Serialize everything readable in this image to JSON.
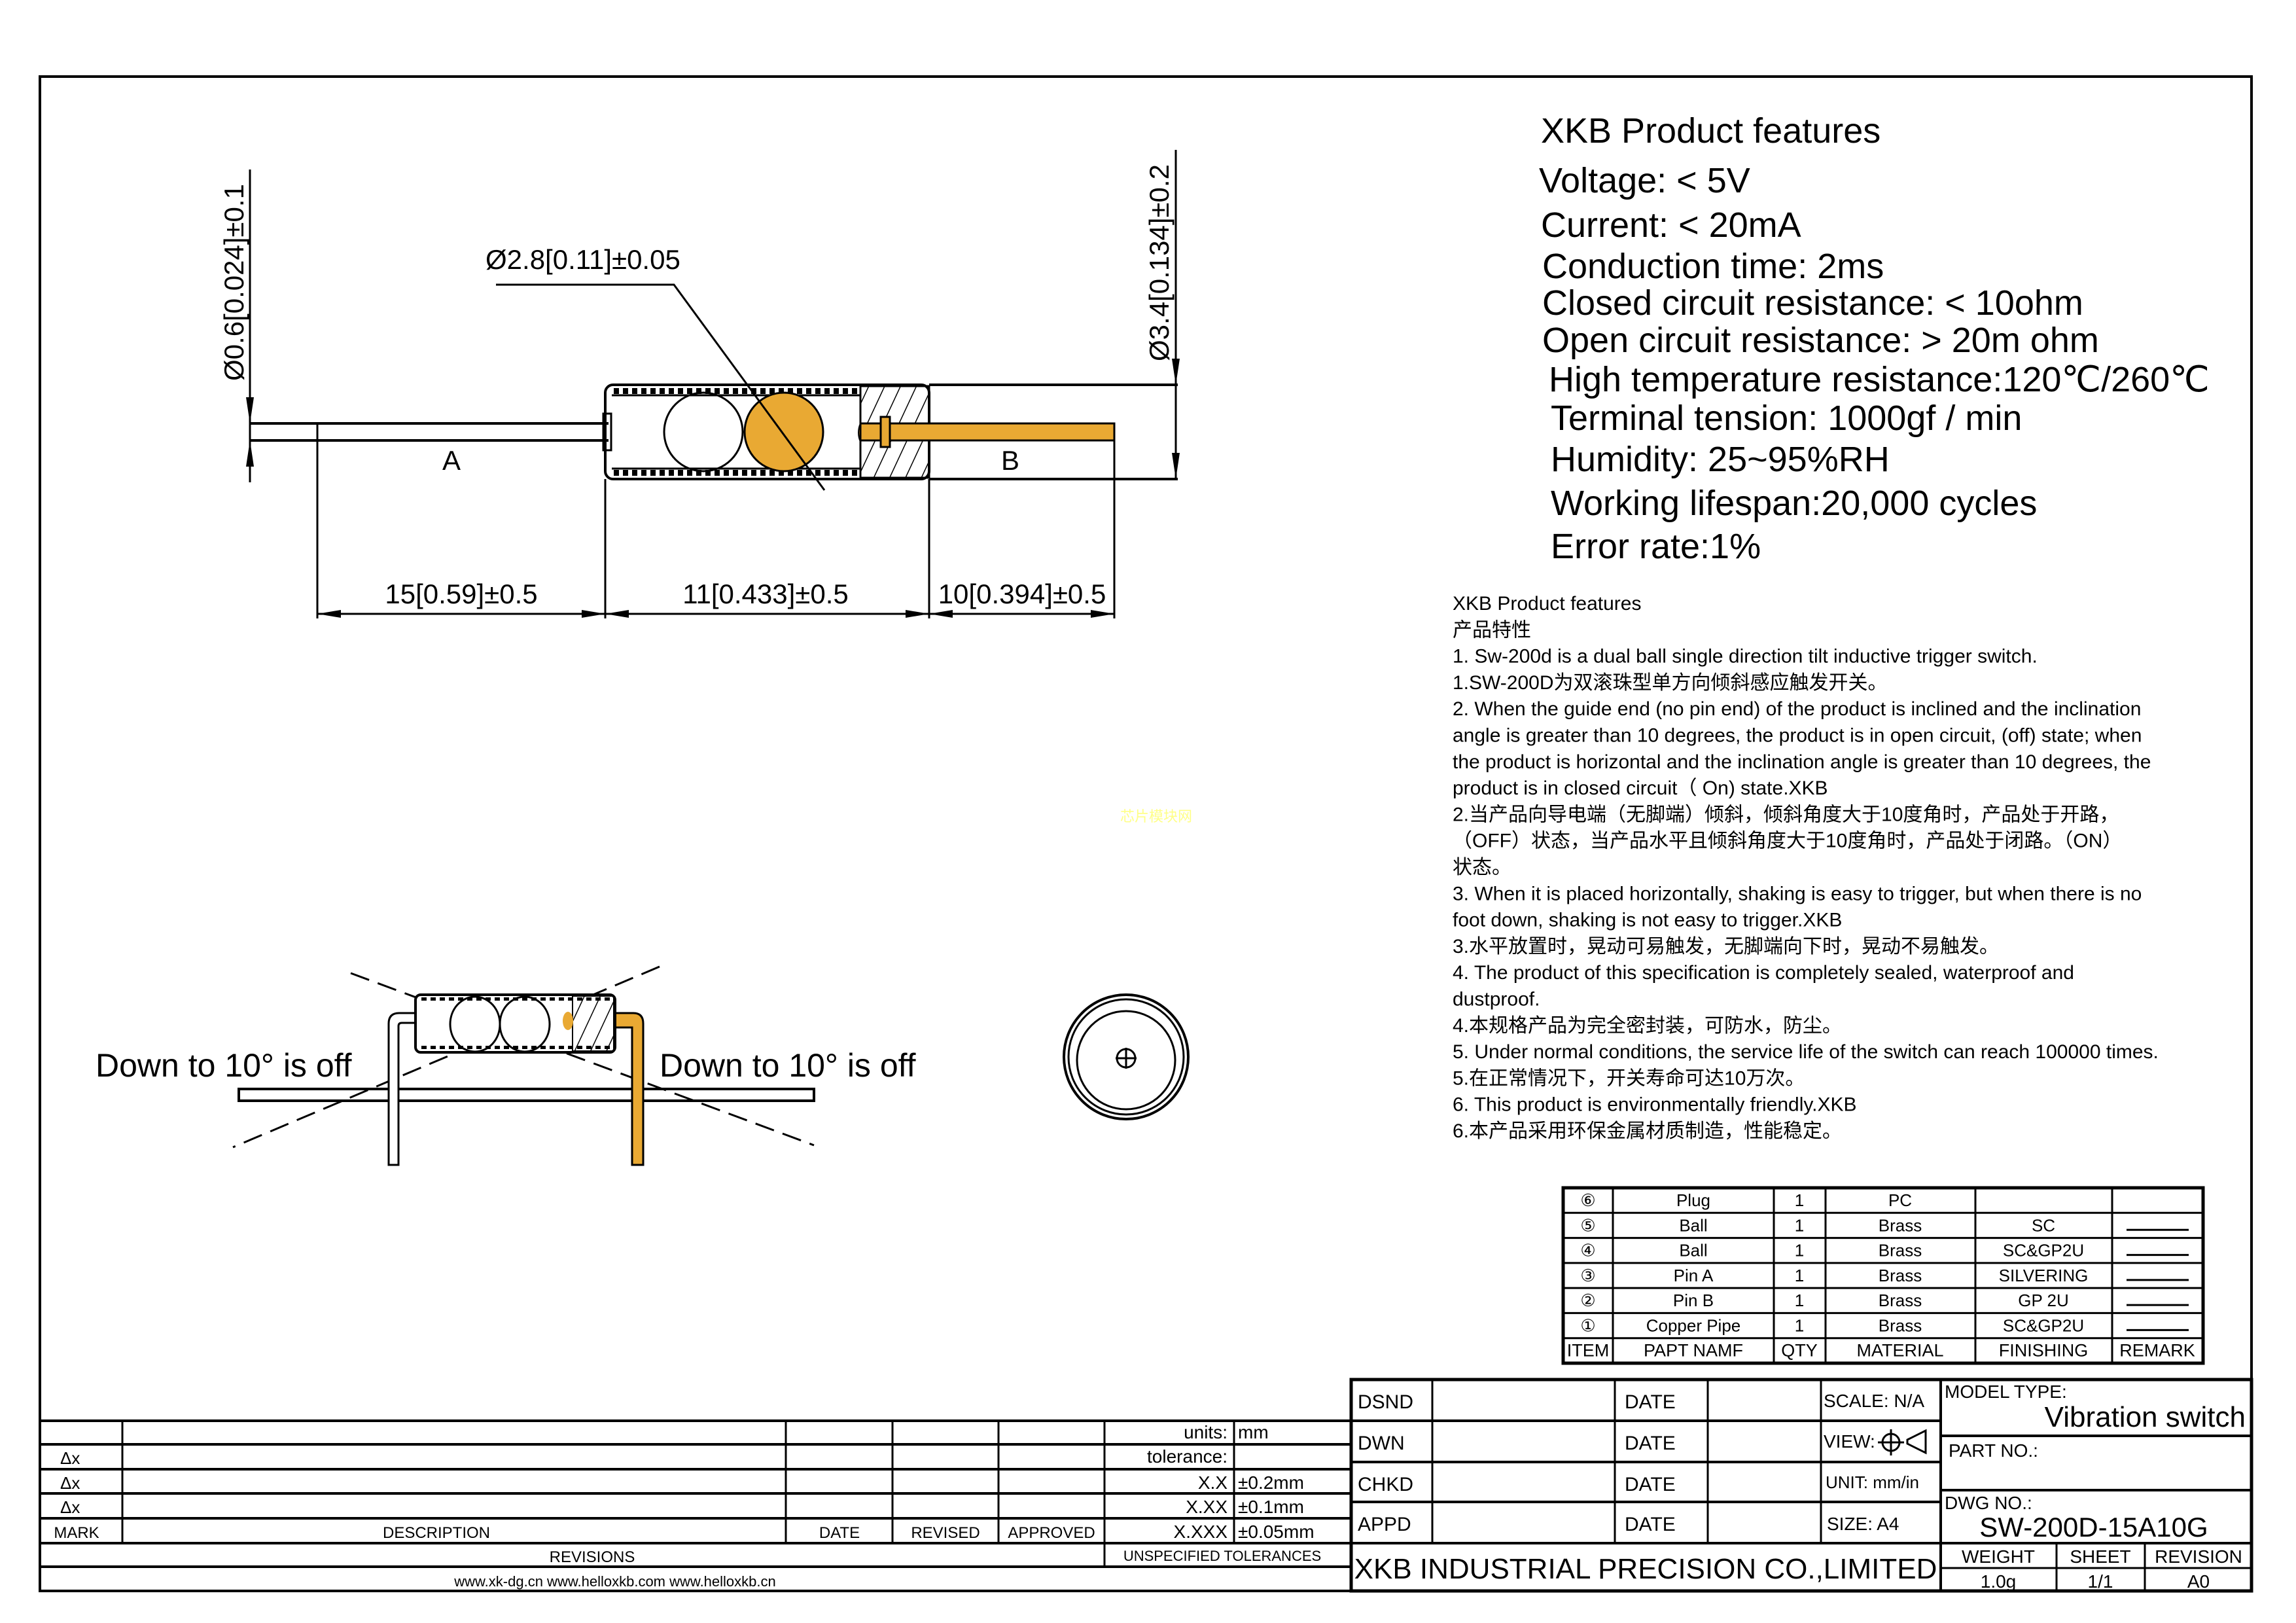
{
  "colors": {
    "accent": "#E9A933",
    "line": "#000000",
    "watermark": "#FFFF88"
  },
  "drawing": {
    "dim_pin_diameter": "Ø0.6[0.024]±0.1",
    "dim_ball_diameter": "Ø2.8[0.11]±0.05",
    "dim_body_diameter": "Ø3.4[0.134]±0.2",
    "dim_length_a": "15[0.59]±0.5",
    "dim_length_body": "11[0.433]±0.5",
    "dim_length_b": "10[0.394]±0.5",
    "label_a": "A",
    "label_b": "B",
    "tilt_left": "Down to 10° is off",
    "tilt_right": "Down to 10° is off",
    "watermark": "芯片模块网"
  },
  "features": {
    "title": "XKB  Product features",
    "items": [
      "Voltage: < 5V",
      "Current: < 20mA",
      "Conduction time: 2ms",
      "Closed circuit resistance: < 10ohm",
      "Open circuit resistance: > 20m ohm",
      "High temperature resistance:120℃/260℃",
      "Terminal tension: 1000gf / min",
      "Humidity: 25~95%RH",
      "Working lifespan:20,000 cycles",
      "Error rate:1%"
    ]
  },
  "description": {
    "lines": [
      "XKB Product features",
      "产品特性",
      "1. Sw-200d is a dual ball single direction tilt inductive trigger switch.",
      "1.SW-200D为双滚珠型单方向倾斜感应触发开关。",
      "2. When the guide end (no pin end) of the product is inclined and the inclination",
      "angle is greater than 10 degrees, the product is in open circuit, (off) state; when",
      "the product is horizontal and the inclination angle is greater than 10 degrees, the",
      "product is in closed circuit（  On) state.XKB",
      "2.当产品向导电端（无脚端）倾斜，倾斜角度大于10度角时，产品处于开路，",
      "（OFF）状态，当产品水平且倾斜角度大于10度角时，产品处于闭路。（ON）",
      "状态。",
      "3. When it is placed horizontally, shaking is easy to trigger, but when there is no",
      "foot down, shaking is not easy to trigger.XKB",
      "3.水平放置时，晃动可易触发，无脚端向下时，晃动不易触发。",
      "4. The product of this specification is completely sealed, waterproof and",
      "dustproof.",
      "4.本规格产品为完全密封装，可防水，防尘。",
      "5. Under normal conditions, the service life of the switch can reach 100000 times.",
      "5.在正常情况下，开关寿命可达10万次。",
      "6. This product is environmentally friendly.XKB",
      "6.本产品采用环保金属材质制造，性能稳定。"
    ]
  },
  "parts": {
    "header": [
      "ITEM",
      "PAPT NAMF",
      "QTY",
      "MATERIAL",
      "FINISHING",
      "REMARK"
    ],
    "rows": [
      {
        "item": "⑥",
        "name": "Plug",
        "qty": "1",
        "material": "PC",
        "finishing": ""
      },
      {
        "item": "⑤",
        "name": "Ball",
        "qty": "1",
        "material": "Brass",
        "finishing": "SC"
      },
      {
        "item": "④",
        "name": "Ball",
        "qty": "1",
        "material": "Brass",
        "finishing": "SC&GP2U"
      },
      {
        "item": "③",
        "name": "Pin A",
        "qty": "1",
        "material": "Brass",
        "finishing": "SILVERING"
      },
      {
        "item": "②",
        "name": "Pin B",
        "qty": "1",
        "material": "Brass",
        "finishing": "GP 2U"
      },
      {
        "item": "①",
        "name": "Copper Pipe",
        "qty": "1",
        "material": "Brass",
        "finishing": "SC&GP2U"
      }
    ]
  },
  "revisions": {
    "marks": [
      "Δx",
      "Δx",
      "Δx"
    ],
    "headers": [
      "MARK",
      "DESCRIPTION",
      "DATE",
      "REVISED",
      "APPROVED"
    ],
    "title": "REVISIONS",
    "websites": "www.xk-dg.cn    www.helloxkb.com    www.helloxkb.cn",
    "units_label": "units:",
    "units_value": "mm",
    "tolerance_label": "tolerance:",
    "tolerances": [
      {
        "format": "X.X",
        "value": "±0.2mm"
      },
      {
        "format": "X.XX",
        "value": "±0.1mm"
      },
      {
        "format": "X.XXX",
        "value": "±0.05mm"
      }
    ],
    "tolerances_title": "UNSPECIFIED TOLERANCES"
  },
  "titleblock": {
    "roles": [
      "DSND",
      "DWN",
      "CHKD",
      "APPD"
    ],
    "date_label": "DATE",
    "scale": "SCALE: N/A",
    "view": "VIEW:",
    "unit": "UNIT: mm/in",
    "size": "SIZE: A4",
    "company": "XKB INDUSTRIAL PRECISION CO.,LIMITED",
    "model_type_label": "MODEL TYPE:",
    "model_type": "Vibration switch",
    "part_no_label": "PART NO.:",
    "dwg_no_label": "DWG NO.:",
    "dwg_no": "SW-200D-15A10G",
    "weight_label": "WEIGHT",
    "weight": "1.0g",
    "sheet_label": "SHEET",
    "sheet": "1/1",
    "revision_label": "REVISION",
    "revision": "A0"
  }
}
